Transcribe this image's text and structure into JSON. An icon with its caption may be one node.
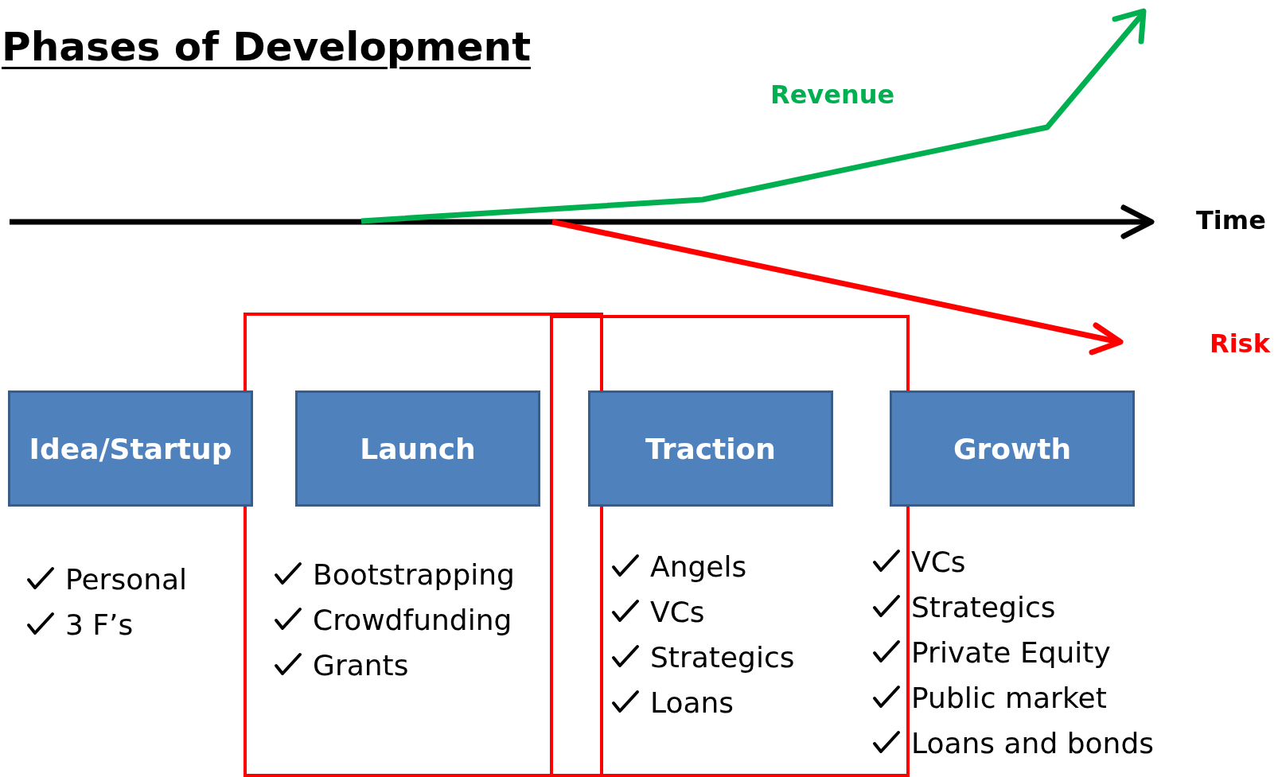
{
  "diagram": {
    "title": "Phases of Development",
    "nodes": [
      {
        "text": [
          "Idea/Startup"
        ],
        "beside": [
          "Personal",
          "3 F’s"
        ]
      },
      {
        "text": [
          "Launch"
        ],
        "beside": [
          "Bootstrapping",
          "Crowdfunding",
          "Grants"
        ]
      },
      {
        "text": [
          "Traction"
        ],
        "beside": [
          "Angels",
          "VCs",
          "Strategics",
          "Loans"
        ]
      },
      {
        "text": [
          "Growth"
        ],
        "beside": [
          "VCs",
          "Strategics",
          "Private Equity",
          "Public market",
          "Loans and bonds"
        ]
      }
    ],
    "labels": [
      "Revenue",
      "Time",
      "Risk"
    ]
  }
}
